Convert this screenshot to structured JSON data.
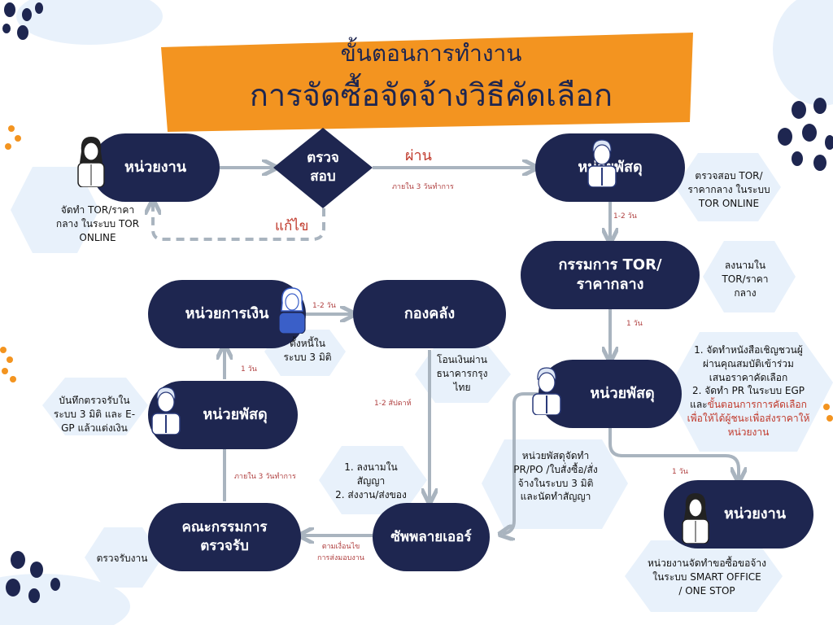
{
  "title": {
    "line1": "ขั้นตอนการทำงาน",
    "line2": "การจัดซื้อจัดจ้างวิธีคัดเลือก"
  },
  "colors": {
    "navy": "#1e2650",
    "orange": "#f39420",
    "hex": "#e8f1fb",
    "arrow": "#a9b4bf",
    "accent_red": "#c0392b"
  },
  "nodes": {
    "unit_top": "หน่วยงาน",
    "check": "ตรวจ\nสอบ",
    "supply_top": "หน่วยพัสดุ",
    "committee_tor": "กรรมการ TOR/\nราคากลาง",
    "supply_mid": "หน่วยพัสดุ",
    "unit_bottom": "หน่วยงาน",
    "finance": "หน่วยการเงิน",
    "treasury": "กองคลัง",
    "supply_left": "หน่วยพัสดุ",
    "receive_committee": "คณะกรรมการ\nตรวจรับ",
    "supplier": "ซัพพลายเออร์"
  },
  "notes": {
    "unit_top_note": "จัดทำ TOR/ราคา\nกลาง ในระบบ TOR\nONLINE",
    "supply_top_note": "ตรวจสอบ TOR/\nราคากลาง ในระบบ\nTOR ONLINE",
    "committee_note": "ลงนามใน\nTOR/ราคา\nกลาง",
    "supply_mid_note_black1": "1. จัดทำหนังสือเชิญชวนผู้\nผ่านคุณสมบัติเข้าร่วม\nเสนอราคาคัดเลือก\n2. จัดทำ PR ในระบบ EGP\nและ",
    "supply_mid_note_red": "ขั้นตอนการการคัดเลือก\nเพื่อให้ได้ผู้ชนะเพื่อส่งราคาให้\nหน่วยงาน",
    "unit_bottom_note": "หน่วยงานจัดทำขอซื้อขอจ้าง\nในระบบ SMART OFFICE\n/ ONE STOP",
    "supply_pr_note": "หน่วยพัสดุจัดทำ\nPR/PO /ใบสั่งซื้อ/สั่ง\nจ้างในระบบ 3 มิติ\nและนัดทำสัญญา",
    "finance_note": "ตั้งหนี้ใน\nระบบ 3 มิติ",
    "treasury_note": "โอนเงินผ่าน\nธนาคารกรุง\nไทย",
    "supply_left_note": "บันทึกตรวจรับใน\nระบบ 3 มิติ และ E-\nGP แล้วแต่งเงิน",
    "contract_note": "1.    ลงนามใน\nสัญญา\n2. ส่งงาน/ส่งของ",
    "receive_note": "ตรวจรับงาน"
  },
  "labels": {
    "pass": "ผ่าน",
    "within3_top": "ภายใน 3 วันทำการ",
    "fix": "แก้ไข",
    "d12_a": "1-2 วัน",
    "d1_a": "1 วัน",
    "d1_b": "1 วัน",
    "d12_finance": "1-2 วัน",
    "d1_finance": "1 วัน",
    "w12": "1-2 สัปดาห์",
    "within3_left": "ภายใน 3 วันทำการ",
    "follow_delivery": "ตามเงื่อนไข\nการส่งมอบงาน"
  }
}
